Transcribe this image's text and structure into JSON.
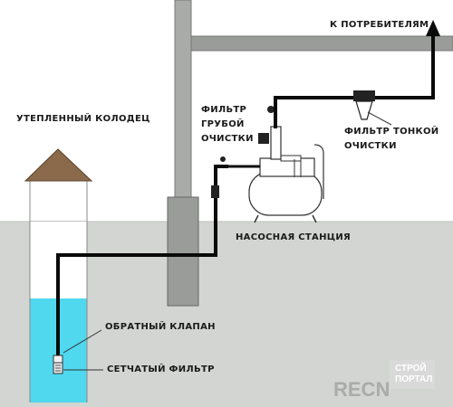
{
  "labels": {
    "to_consumers": "К ПОТРЕБИТЕЛЯМ",
    "insulated_well": "УТЕПЛЕННЫЙ КОЛОДЕЦ",
    "coarse_filter_1": "ФИЛЬТР",
    "coarse_filter_2": "ГРУБОЙ",
    "coarse_filter_3": "ОЧИСТКИ",
    "fine_filter_1": "ФИЛЬТР ТОНКОЙ",
    "fine_filter_2": "ОЧИСТКИ",
    "pump_station": "НАСОСНАЯ СТАНЦИЯ",
    "check_valve": "ОБРАТНЫЙ КЛАПАН",
    "mesh_filter": "СЕТЧАТЫЙ ФИЛЬТР"
  },
  "watermark": {
    "brand": "RECN",
    "badge_line1": "СТРОЙ",
    "badge_line2": "ПОРТАЛ"
  },
  "colors": {
    "ground": "#d3d5d2",
    "wall": "#9a9c9a",
    "water": "#4fd8ee",
    "pipe": "#0a0a0a",
    "roof": "#8a6a4a"
  }
}
